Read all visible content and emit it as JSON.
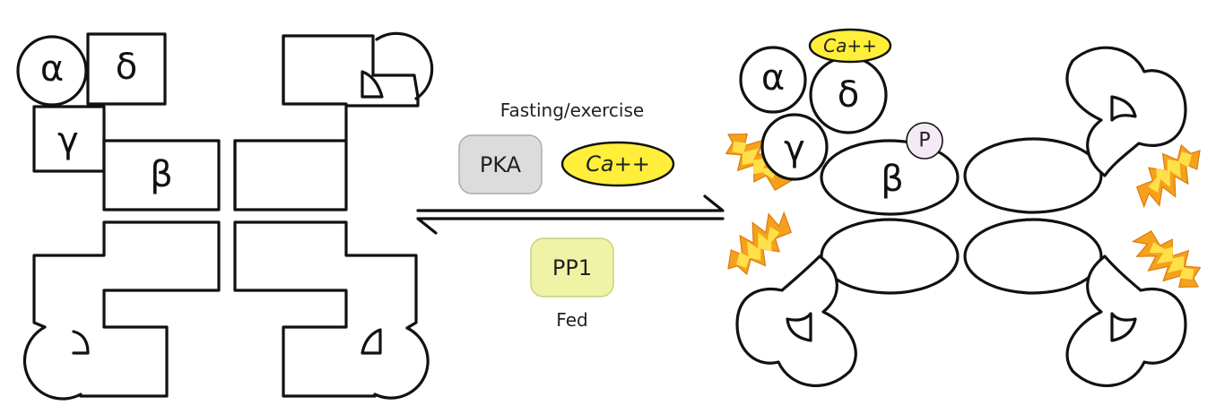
{
  "left_complex": {
    "subunits": {
      "alpha": "α",
      "delta": "δ",
      "gamma": "γ",
      "beta": "β"
    }
  },
  "transition": {
    "forward_condition": "Fasting/exercise",
    "forward_enzymes": [
      "PKA",
      "Ca++"
    ],
    "reverse_enzyme": "PP1",
    "reverse_condition": "Fed"
  },
  "right_complex": {
    "calcium": "Ca++",
    "subunits": {
      "alpha": "α",
      "delta": "δ",
      "gamma": "γ",
      "beta": "β"
    },
    "phospho": "P"
  },
  "colors": {
    "pka_fill": "#dcdcdc",
    "calcium_fill": "#ffef3a",
    "pp1_fill": "#eef3a6",
    "phospho_fill": "#f4eaf6",
    "spark_outer": "#f4a11c",
    "spark_inner": "#ffe04a"
  }
}
